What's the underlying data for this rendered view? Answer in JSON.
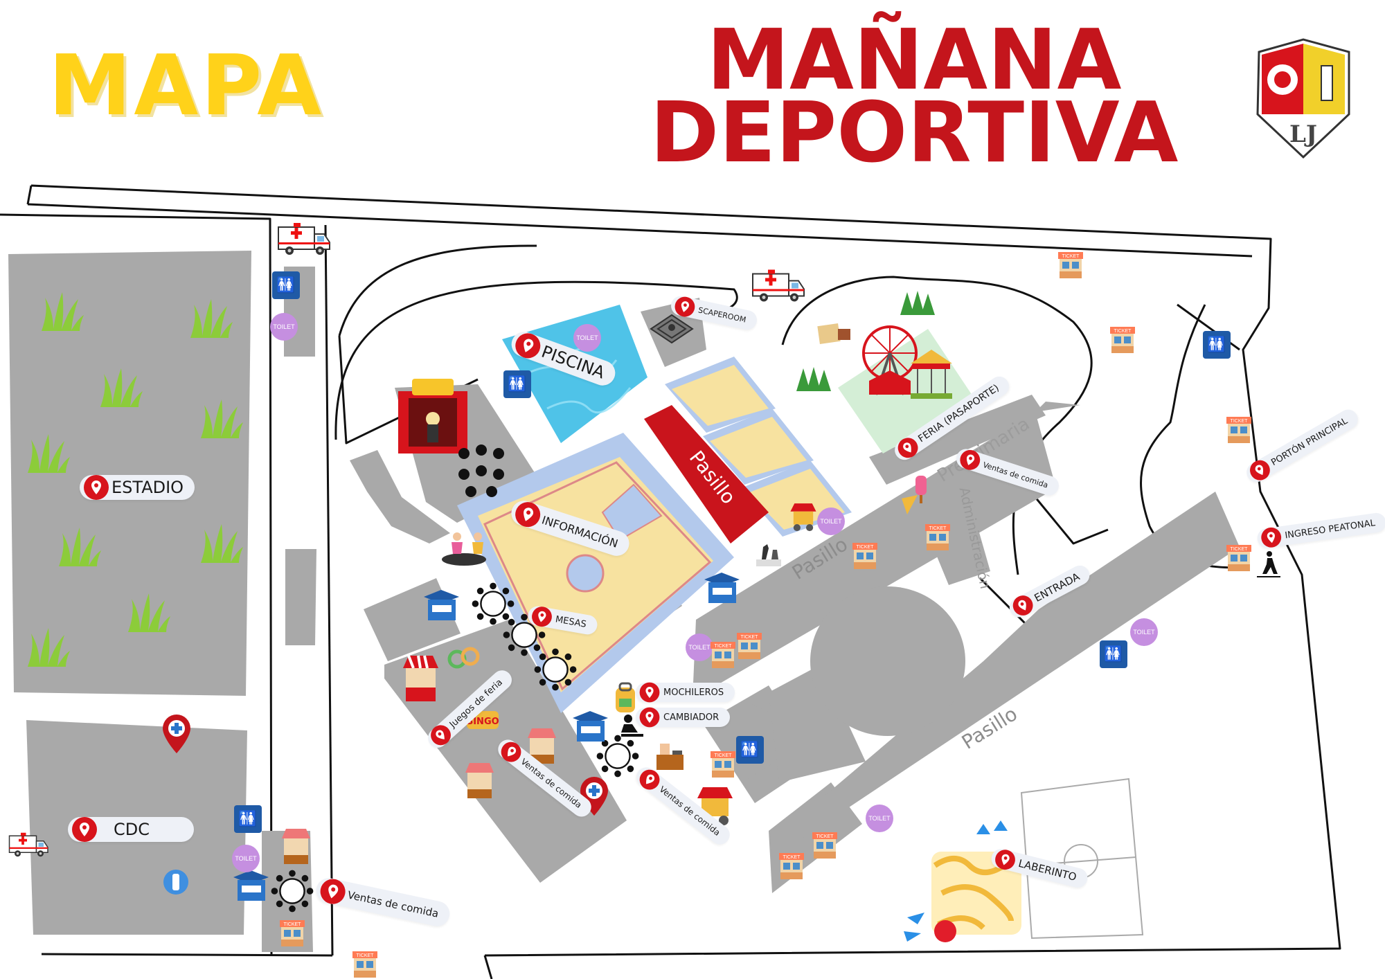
{
  "titles": {
    "map": "MAPA",
    "event_line1": "MAÑANA",
    "event_line2": "DEPORTIVA"
  },
  "locations": {
    "estadio": "ESTADIO",
    "cdc": "CDC",
    "piscina": "PISCINA",
    "scaperoom": "SCAPEROOM",
    "informacion": "INFORMACIÓN",
    "mesas": "MESAS",
    "mochileros": "MOCHILEROS",
    "cambiador": "CAMBIADOR",
    "juegos_feria": "Juegos de feria",
    "ventas_comida": "Ventas de comida",
    "feria_pasaporte": "FERIA (PASAPORTE)",
    "porton_principal": "PORTÓN PRINCIPAL",
    "ingreso_peatonal": "INGRESO PEATONAL",
    "entrada": "ENTRADA",
    "laberinto": "LABERINTO"
  },
  "roads": {
    "pasillo_red": "Pasillo",
    "pasillo_mid": "Pasillo",
    "pasillo_low": "Pasillo",
    "preprimaria": "Preprimaria",
    "administracion": "Administración"
  },
  "icons": {
    "restroom": "🚻",
    "toilet": "TOILET"
  },
  "colors": {
    "title_yellow": "#ffd21a",
    "title_red": "#c4151c",
    "area_grey": "#a9a9a9",
    "pin_red": "#d7141c",
    "court_blue": "#b3c9ec",
    "court_yellow": "#f7e2a0",
    "pool_blue": "#4fc3e8"
  }
}
